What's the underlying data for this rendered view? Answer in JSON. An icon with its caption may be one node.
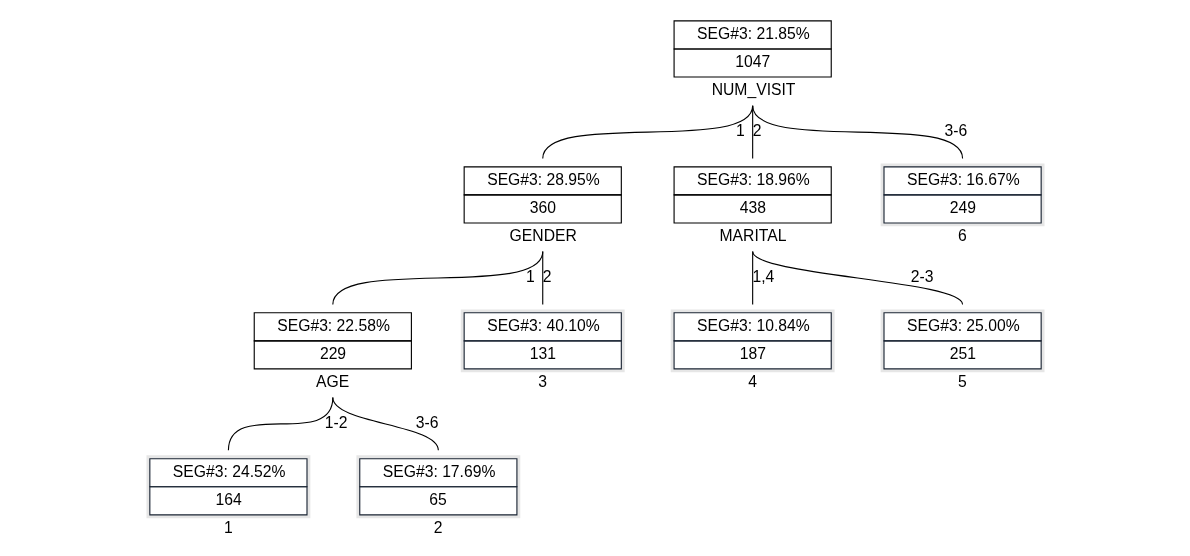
{
  "diagram": {
    "nodes": [
      {
        "text": [
          "SEG#3: 21.85%",
          "1047"
        ],
        "beside": [
          "NUM_VISIT"
        ]
      },
      {
        "text": [
          "SEG#3: 28.95%",
          "360"
        ],
        "beside": [
          "GENDER"
        ]
      },
      {
        "text": [
          "SEG#3: 18.96%",
          "438"
        ],
        "beside": [
          "MARITAL"
        ]
      },
      {
        "text": [
          "SEG#3: 16.67%",
          "249"
        ],
        "beside": [
          "6"
        ]
      },
      {
        "text": [
          "SEG#3: 22.58%",
          "229"
        ],
        "beside": [
          "AGE"
        ]
      },
      {
        "text": [
          "SEG#3: 40.10%",
          "131"
        ],
        "beside": [
          "3"
        ]
      },
      {
        "text": [
          "SEG#3: 10.84%",
          "187"
        ],
        "beside": [
          "4"
        ]
      },
      {
        "text": [
          "SEG#3: 25.00%",
          "251"
        ],
        "beside": [
          "5"
        ]
      },
      {
        "text": [
          "SEG#3: 24.52%",
          "164"
        ],
        "beside": [
          "1"
        ]
      },
      {
        "text": [
          "SEG#3: 17.69%",
          "65"
        ],
        "beside": [
          "2"
        ]
      }
    ],
    "edges": [
      {
        "from": 0,
        "to": 1,
        "arrow": "none",
        "label": "1"
      },
      {
        "from": 0,
        "to": 2,
        "arrow": "none",
        "label": "2"
      },
      {
        "from": 0,
        "to": 3,
        "arrow": "none",
        "label": "3-6"
      },
      {
        "from": 1,
        "to": 4,
        "arrow": "none",
        "label": "1"
      },
      {
        "from": 1,
        "to": 5,
        "arrow": "none",
        "label": "2"
      },
      {
        "from": 2,
        "to": 6,
        "arrow": "none",
        "label": "1,4"
      },
      {
        "from": 2,
        "to": 7,
        "arrow": "none",
        "label": "2-3"
      },
      {
        "from": 4,
        "to": 8,
        "arrow": "none",
        "label": "1-2"
      },
      {
        "from": 4,
        "to": 9,
        "arrow": "none",
        "label": "3-6"
      }
    ]
  }
}
